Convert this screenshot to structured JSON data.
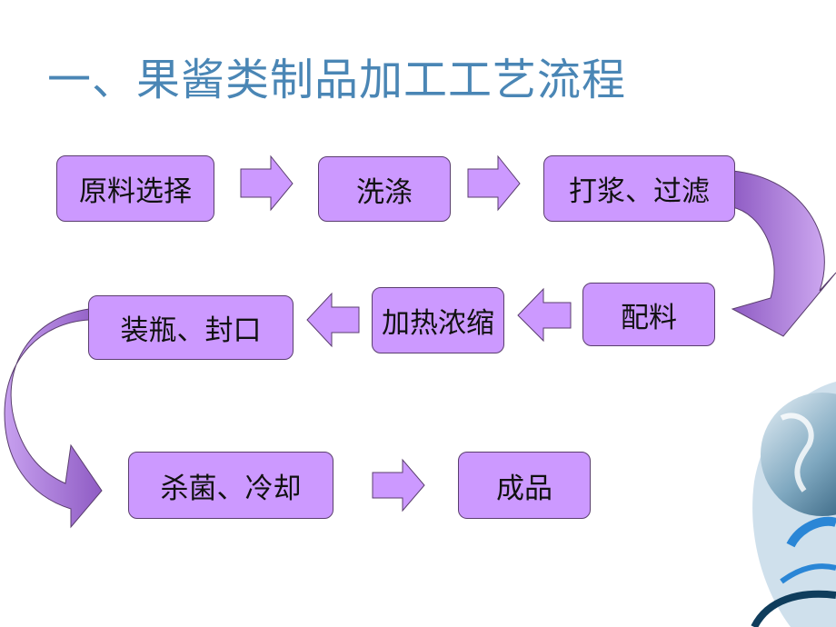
{
  "title": "一、果酱类制品加工工艺流程",
  "steps": {
    "s1": "原料选择",
    "s2": "洗涤",
    "s3": "打浆、过滤",
    "s4": "配料",
    "s5": "加热浓缩",
    "s6": "装瓶、封口",
    "s7": "杀菌、冷却",
    "s8": "成品"
  },
  "colors": {
    "box_fill": "#cc99ff",
    "curve_fill": "#a573d6",
    "title": "#4a86b5"
  }
}
